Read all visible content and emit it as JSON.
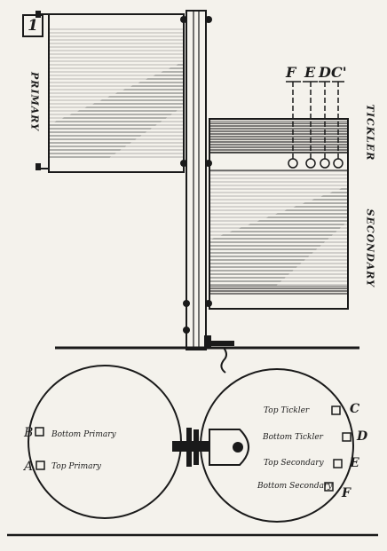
{
  "figure_number": "1",
  "coil_labels": {
    "primary": "PRIMARY",
    "tickler": "TICKLER",
    "secondary": "SECONDARY"
  },
  "tap_letters": [
    "F",
    "E",
    "D",
    "C'"
  ],
  "base_left": {
    "terminals": [
      {
        "letter": "B",
        "text": "Bottom Primary"
      },
      {
        "letter": "A",
        "text": "Top Primary"
      }
    ]
  },
  "base_right": {
    "terminals": [
      {
        "letter": "C",
        "text": "Top Tickler"
      },
      {
        "letter": "D",
        "text": "Bottom Tickler"
      },
      {
        "letter": "E",
        "text": "Top Secondary"
      },
      {
        "letter": "F",
        "text": "Bottom Secondary"
      }
    ]
  }
}
